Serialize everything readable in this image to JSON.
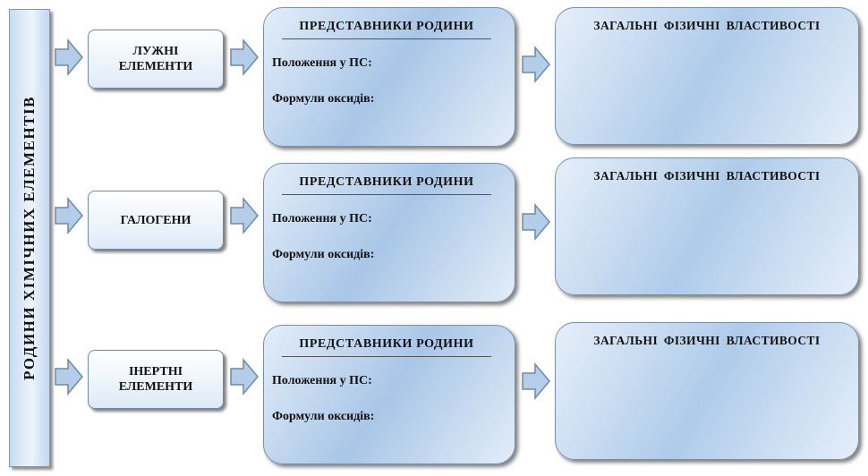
{
  "sidebar": {
    "title": "РОДИНИ ХІМІЧНИХ ЕЛЕМЕНТІВ"
  },
  "rows": [
    {
      "family": "ЛУЖНІ ЕЛЕМЕНТИ",
      "representatives_title": "ПРЕДСТАВНИКИ РОДИНИ",
      "position_label": "Положення у ПС:",
      "oxides_label": "Формули оксидів:",
      "properties_title": "ЗАГАЛЬНІ ФІЗИЧНІ ВЛАСТИВОСТІ"
    },
    {
      "family": "ГАЛОГЕНИ",
      "representatives_title": "ПРЕДСТАВНИКИ РОДИНИ",
      "position_label": "Положення у ПС:",
      "oxides_label": "Формули оксидів:",
      "properties_title": "ЗАГАЛЬНІ ФІЗИЧНІ ВЛАСТИВОСТІ"
    },
    {
      "family": "ІНЕРТНІ ЕЛЕМЕНТИ",
      "representatives_title": "ПРЕДСТАВНИКИ РОДИНИ",
      "position_label": "Положення у ПС:",
      "oxides_label": "Формули оксидів:",
      "properties_title": "ЗАГАЛЬНІ ФІЗИЧНІ ВЛАСТИВОСТІ"
    }
  ],
  "colors": {
    "box_light": "#e4eef9",
    "box_mid": "#a9c6e7",
    "border": "#7890ad",
    "arrow_fill": "#b4cde9"
  }
}
